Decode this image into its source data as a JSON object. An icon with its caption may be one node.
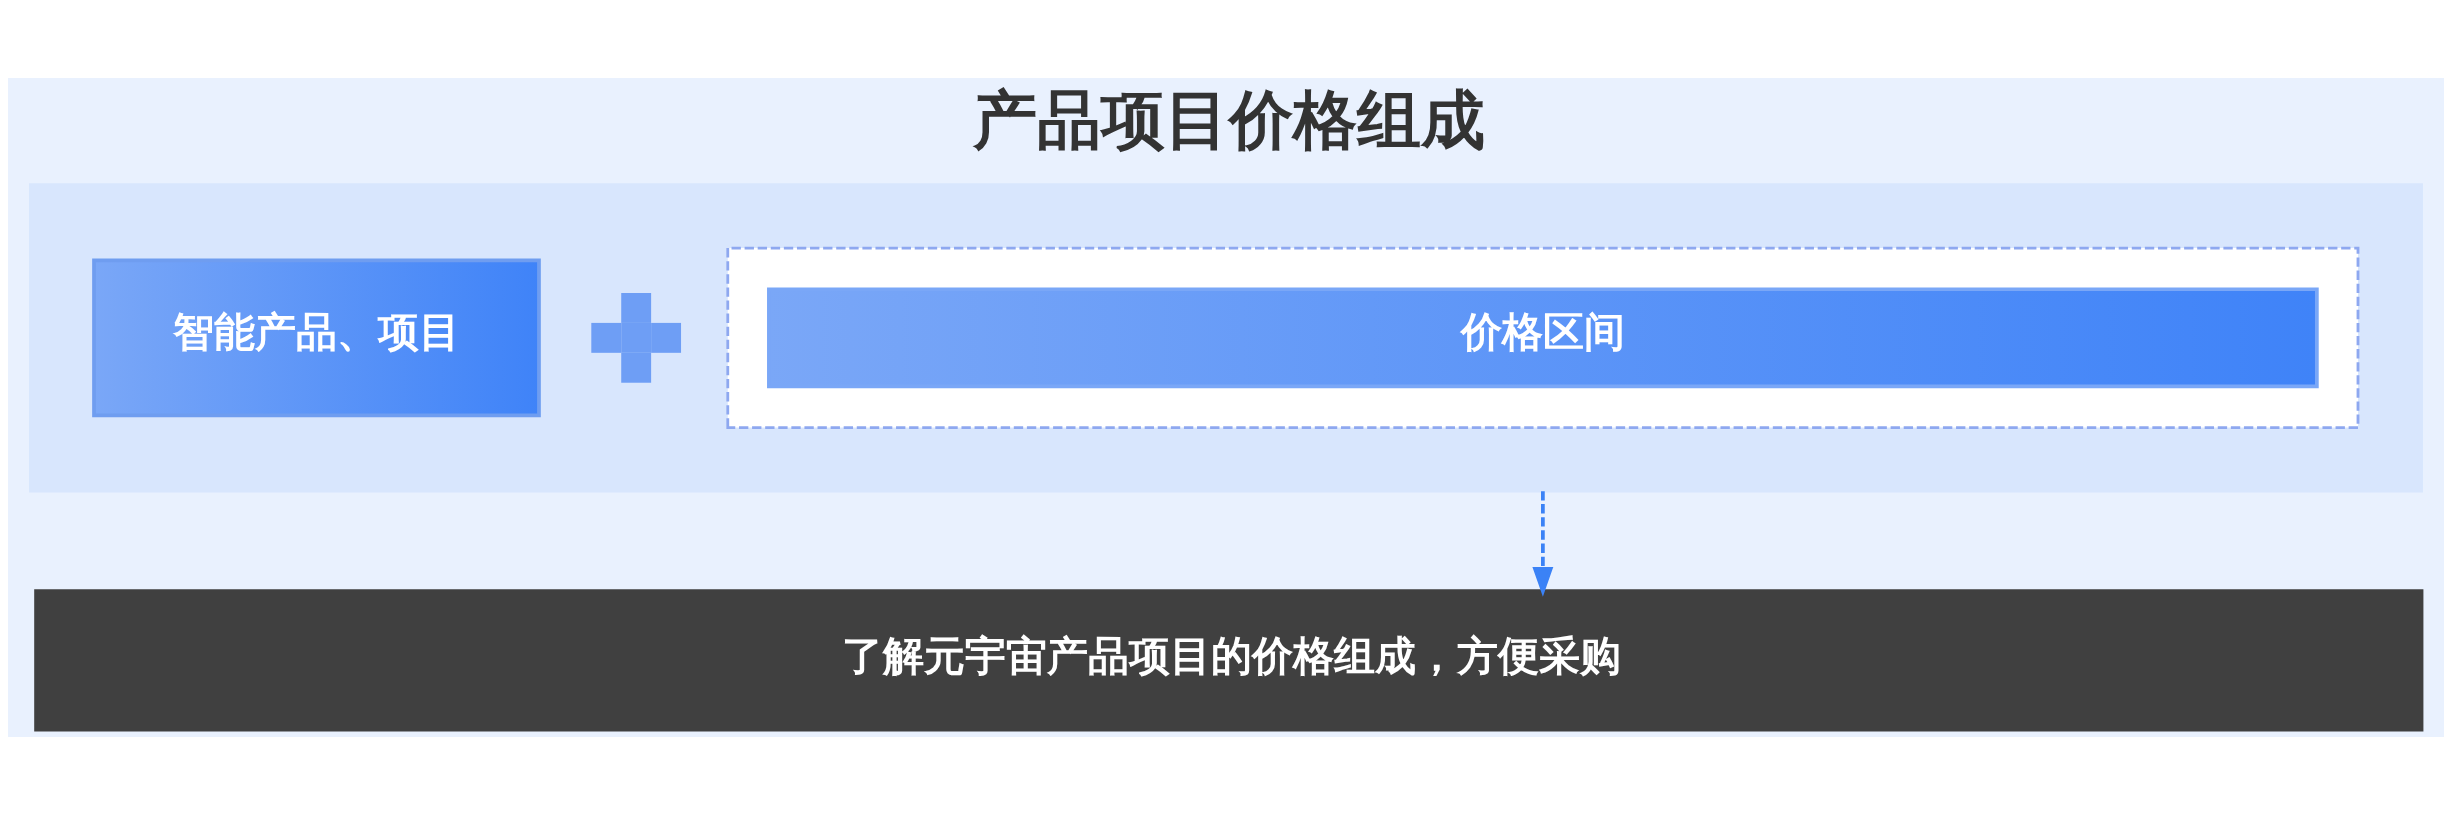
{
  "diagram": {
    "title": "产品项目价格组成",
    "nodes": [
      {
        "text": [],
        "shape": "box"
      },
      {
        "text": [
          "智能产品、项目"
        ],
        "in": 0
      },
      {
        "text": [],
        "shape": "plus",
        "in": 0
      },
      {
        "text": [],
        "shape": "box",
        "in": 0
      },
      {
        "text": [
          "价格区间"
        ],
        "in": 3
      },
      {
        "text": [
          "了解元宇宙产品项目的价格组成，方便采购"
        ]
      }
    ],
    "edges": [
      {
        "from": 0,
        "to": 5,
        "arrow": "to",
        "style": "dashed"
      }
    ]
  }
}
